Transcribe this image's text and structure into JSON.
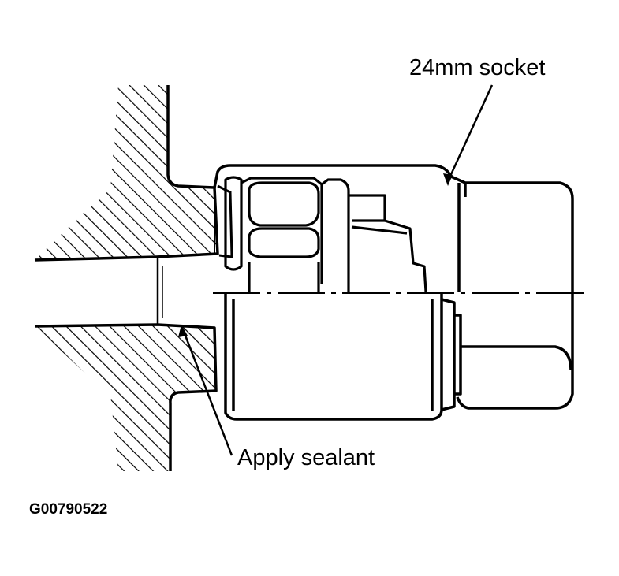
{
  "labels": {
    "socket": "24mm socket",
    "sealant": "Apply sealant",
    "figure_code": "G00790522"
  },
  "colors": {
    "ink": "#000000",
    "background": "#ffffff"
  }
}
